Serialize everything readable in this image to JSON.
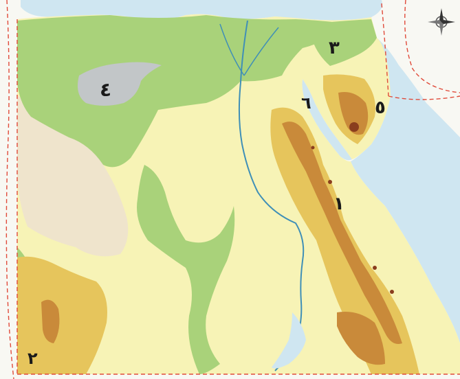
{
  "map": {
    "labels": [
      {
        "id": "red-sea-mountains",
        "text": "١"
      },
      {
        "id": "gilf-kebir",
        "text": "٢"
      },
      {
        "id": "sinai-north",
        "text": "٣"
      },
      {
        "id": "qattara",
        "text": "٤"
      },
      {
        "id": "sinai-south",
        "text": "٥"
      },
      {
        "id": "gulf-suez",
        "text": "٦"
      }
    ],
    "colors": {
      "sea": "#cfe6f1",
      "desert_plain": "#f7f3b6",
      "lowland_green": "#a9d27a",
      "sand_sea": "#efe4cc",
      "depression": "#c2c6c8",
      "upland": "#e6c55c",
      "mountain": "#c98a3a",
      "peak": "#8a3d1e",
      "river": "#3f8fb7",
      "border": "#e04a3a"
    },
    "icons": [
      "compass-rose-icon"
    ]
  }
}
